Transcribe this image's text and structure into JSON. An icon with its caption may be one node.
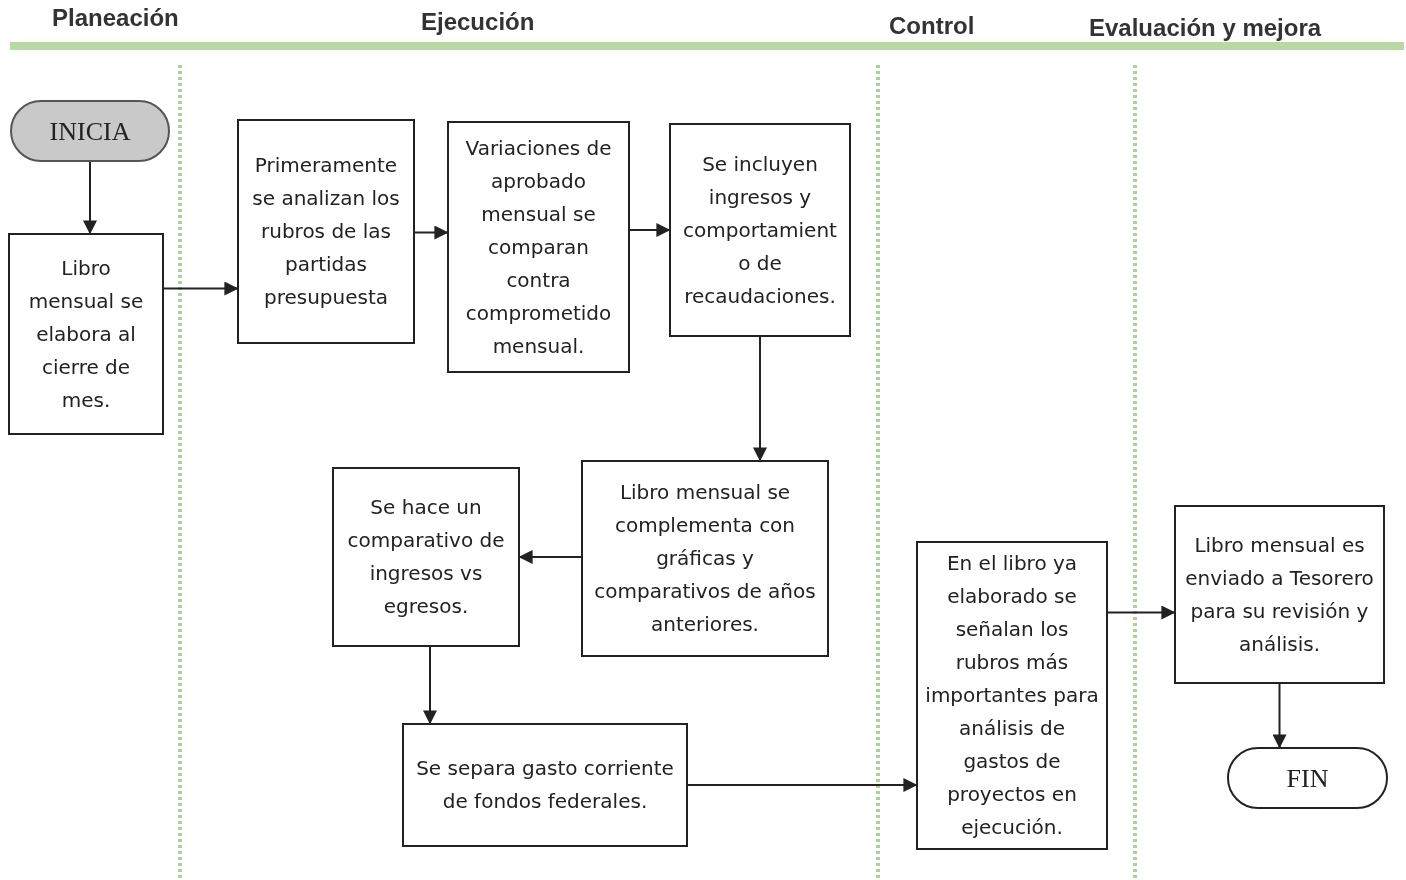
{
  "diagram": {
    "nodes": [
      {
        "text": [
          "INICIA"
        ]
      },
      {
        "text": [
          "Libro mensual se elabora al cierre de mes."
        ]
      },
      {
        "text": [
          "Primeramente se analizan los rubros de las partidas presupuesta"
        ]
      },
      {
        "text": [
          "Variaciones de aprobado mensual se comparan contra comprometido mensual."
        ]
      },
      {
        "text": [
          "Se incluyen ingresos y comportamiento de recaudaciones."
        ]
      },
      {
        "text": [
          "Libro mensual se complementa con gráficas y comparativos de años anteriores."
        ]
      },
      {
        "text": [
          "Se hace un comparativo de ingresos vs egresos."
        ]
      },
      {
        "text": [
          "Se separa gasto corriente de fondos federales."
        ]
      },
      {
        "text": [
          "En el libro ya elaborado se señalan los rubros más importantes para análisis de gastos de proyectos en ejecución."
        ]
      },
      {
        "text": [
          "Libro mensual es enviado a Tesorero para su revisión y análisis."
        ]
      },
      {
        "text": [
          "FIN"
        ]
      }
    ],
    "edges": [
      {
        "from": 0,
        "to": 1,
        "arrow": "to"
      },
      {
        "from": 1,
        "to": 2,
        "arrow": "to"
      },
      {
        "from": 2,
        "to": 3,
        "arrow": "to"
      },
      {
        "from": 3,
        "to": 4,
        "arrow": "to"
      },
      {
        "from": 4,
        "to": 5,
        "arrow": "to"
      },
      {
        "from": 5,
        "to": 6,
        "arrow": "to"
      },
      {
        "from": 6,
        "to": 7,
        "arrow": "to"
      },
      {
        "from": 7,
        "to": 8,
        "arrow": "to"
      },
      {
        "from": 8,
        "to": 9,
        "arrow": "to"
      },
      {
        "from": 9,
        "to": 10,
        "arrow": "to"
      }
    ],
    "labels": [
      "Planeación",
      "Ejecución",
      "Control",
      "Evaluación y mejora"
    ]
  }
}
